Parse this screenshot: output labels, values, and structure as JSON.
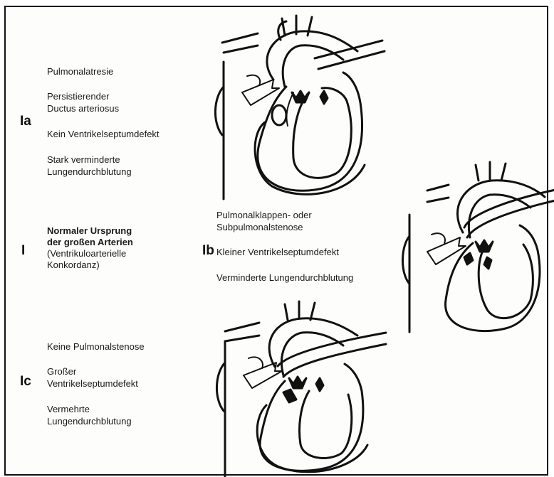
{
  "group_Ia": {
    "label": "Ia",
    "line1": "Pulmonalatresie",
    "line2a": "Persistierender",
    "line2b": "Ductus arteriosus",
    "line3": "Kein Ventrikelseptumdefekt",
    "line4a": "Stark verminderte",
    "line4b": "Lungendurchblutung"
  },
  "group_I": {
    "label": "I",
    "bold_a": "Normaler Ursprung",
    "bold_b": "der großen Arterien",
    "line_c": "(Ventrikuloarterielle",
    "line_d": "Konkordanz)"
  },
  "group_Ib": {
    "label": "Ib",
    "line1a": "Pulmonalklappen- oder",
    "line1b": "Subpulmonalstenose",
    "line2": "Kleiner Ventrikelseptumdefekt",
    "line3": "Verminderte Lungendurchblutung"
  },
  "group_Ic": {
    "label": "Ic",
    "line1": "Keine Pulmonalstenose",
    "line2a": "Großer",
    "line2b": "Ventrikelseptumdefekt",
    "line3a": "Vermehrte",
    "line3b": "Lungendurchblutung"
  }
}
